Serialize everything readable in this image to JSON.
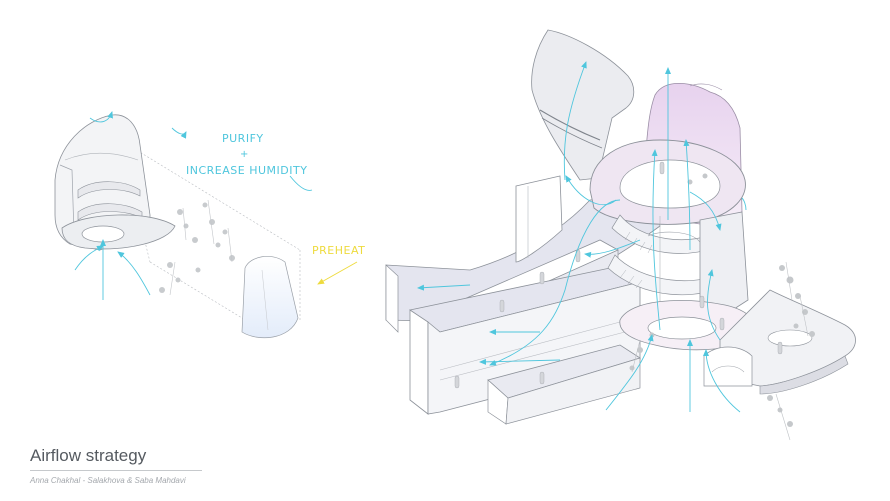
{
  "labels": {
    "purify": "PURIFY",
    "plus": "+",
    "increase_humidity": "INCREASE HUMIDITY",
    "preheat": "PREHEAT"
  },
  "footer": {
    "title": "Airflow strategy",
    "credit": "Anna Chakhal - Salakhova & Saba Mahdavi"
  },
  "colors": {
    "airflow_arrow": "#4fc6dd",
    "preheat_arrow": "#eedb3e",
    "purple_tint": "#ead9ef",
    "structure_fill": "#f1f2f5",
    "structure_line": "#9ea3ab",
    "corridor_fill": "#dfe0ee"
  }
}
